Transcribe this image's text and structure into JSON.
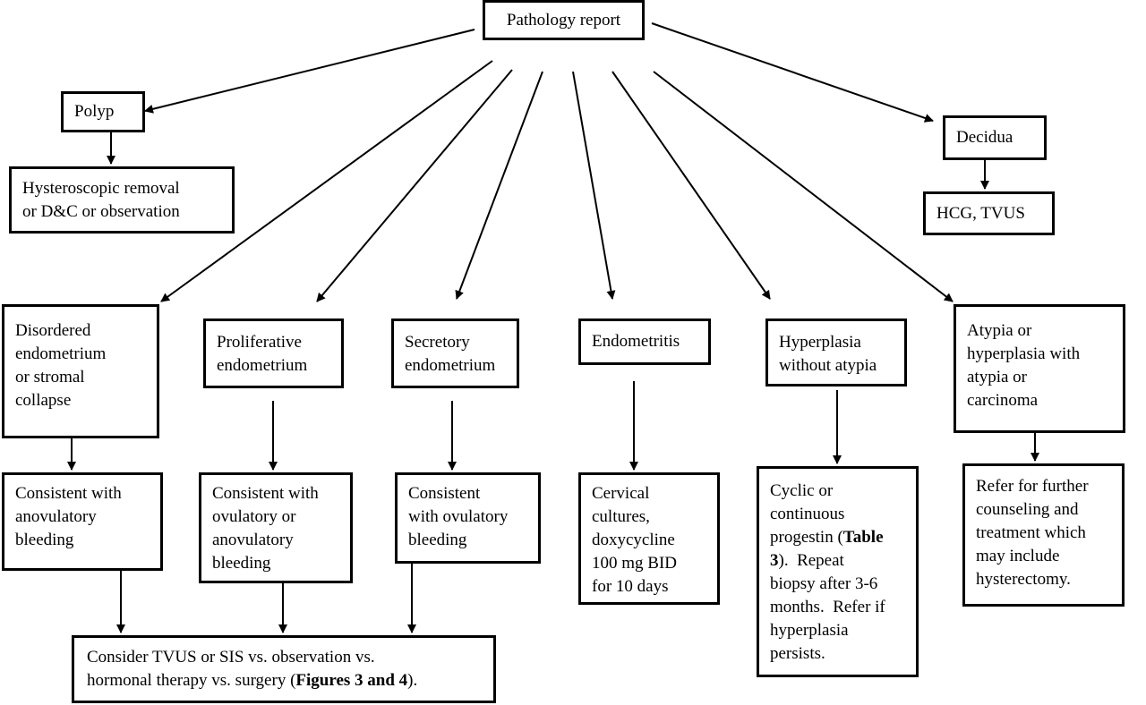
{
  "root": {
    "label": "Pathology report"
  },
  "polyp": {
    "label": "Polyp",
    "action": [
      "Hysteroscopic removal",
      "or D&C or observation"
    ]
  },
  "decidua": {
    "label": "Decidua",
    "action": "HCG, TVUS"
  },
  "disordered": {
    "label": [
      "Disordered",
      "endometrium",
      "or stromal",
      "collapse"
    ],
    "result": [
      "Consistent with",
      "anovulatory",
      "bleeding"
    ]
  },
  "proliferative": {
    "label": [
      "Proliferative",
      "endometrium"
    ],
    "result": [
      "Consistent with",
      "ovulatory or",
      "anovulatory",
      "bleeding"
    ]
  },
  "secretory": {
    "label": [
      "Secretory",
      "endometrium"
    ],
    "result": [
      "Consistent",
      "with ovulatory",
      "bleeding"
    ]
  },
  "endometritis": {
    "label": "Endometritis",
    "result": [
      "Cervical",
      "cultures,",
      "doxycycline",
      "100 mg BID",
      "for 10 days"
    ]
  },
  "hyperplasia": {
    "label": [
      "Hyperplasia",
      "without atypia"
    ],
    "result": {
      "line1": "Cyclic or",
      "line2": "continuous",
      "line3_pre": "progestin (",
      "line3_bold": "Table",
      "line4_bold": "3",
      "line4_post": ").  Repeat",
      "line5": "biopsy after 3-6",
      "line6": "months.  Refer if",
      "line7": "hyperplasia",
      "line8": "persists."
    }
  },
  "atypia": {
    "label": [
      "Atypia or",
      "hyperplasia with",
      "atypia or",
      "carcinoma"
    ],
    "result": [
      "Refer for further",
      "counseling and",
      "treatment which",
      "may include",
      "hysterectomy."
    ]
  },
  "consider": {
    "line1": "Consider TVUS or SIS vs. observation vs.",
    "line2_pre": "hormonal therapy vs. surgery (",
    "line2_bold": "Figures 3 and 4",
    "line2_post": ")."
  }
}
